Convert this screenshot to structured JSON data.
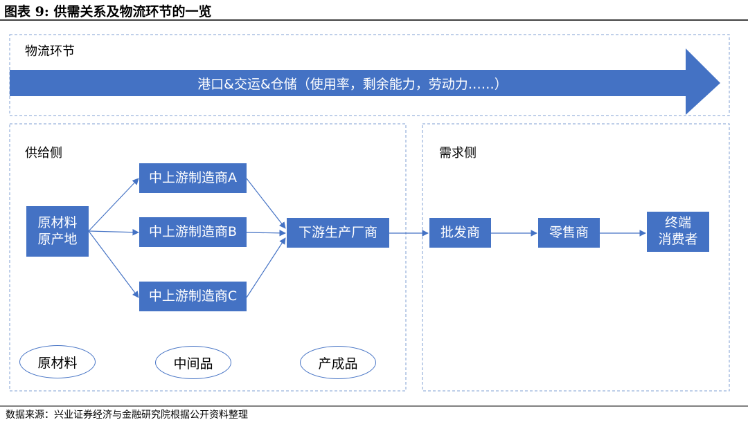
{
  "title": "图表 9:  供需关系及物流环节的一览",
  "source": "数据来源：兴业证券经济与金融研究院根据公开资料整理",
  "logistics": {
    "label": "物流环节",
    "banner": "港口&交运&仓储（使用率，剩余能力，劳动力……）"
  },
  "supply": {
    "label": "供给侧",
    "raw": "原材料\n原产地",
    "upstream": [
      "中上游制造商A",
      "中上游制造商B",
      "中上游制造商C"
    ],
    "downstream": "下游生产厂商",
    "stages": [
      "原材料",
      "中间品",
      "产成品"
    ]
  },
  "demand": {
    "label": "需求侧",
    "nodes": [
      "批发商",
      "零售商",
      "终端\n消费者"
    ]
  },
  "colors": {
    "node": "#4472c4",
    "border": "#4472c4",
    "arrow": "#4472c4"
  }
}
